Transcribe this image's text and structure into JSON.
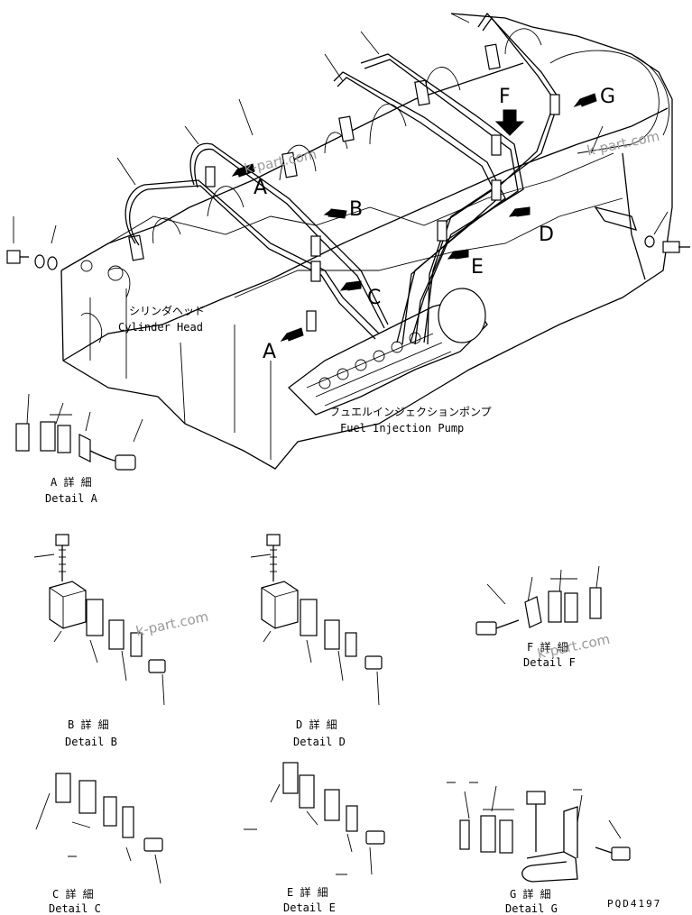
{
  "main_view": {
    "cylinder_head_jp": "シリンダヘッド",
    "cylinder_head_en": "Cylinder Head",
    "fuel_pump_jp": "フュエルインジェクションポンプ",
    "fuel_pump_en": "Fuel Injection Pump",
    "callouts": [
      "A",
      "B",
      "C",
      "D",
      "E",
      "F",
      "G",
      "A"
    ]
  },
  "details": [
    {
      "id": "A",
      "jp": "A 詳 細",
      "en": "Detail A"
    },
    {
      "id": "B",
      "jp": "B 詳 細",
      "en": "Detail B"
    },
    {
      "id": "D",
      "jp": "D 詳 細",
      "en": "Detail D"
    },
    {
      "id": "F",
      "jp": "F 詳 細",
      "en": "Detail F"
    },
    {
      "id": "C",
      "jp": "C 詳 細",
      "en": "Detail C"
    },
    {
      "id": "E",
      "jp": "E 詳 細",
      "en": "Detail E"
    },
    {
      "id": "G",
      "jp": "G 詳 細",
      "en": "Detail G"
    }
  ],
  "watermark": "k-part.com",
  "drawing_code": "PQD4197"
}
